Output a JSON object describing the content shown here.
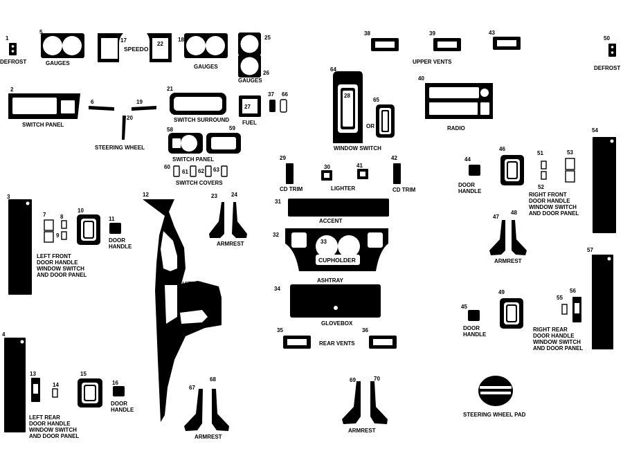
{
  "labels": {
    "defrost": "DEFROST",
    "gauges": "GAUGES",
    "speedo": "SPEEDO",
    "upper_vents": "UPPER VENTS",
    "switch_panel": "SWITCH PANEL",
    "steering_wheel": "STEERING WHEEL",
    "switch_surround": "SWITCH SURROUND",
    "fuel": "FUEL",
    "switch_covers": "SWITCH COVERS",
    "window_switch": "WINDOW SWITCH",
    "or": "OR",
    "radio": "RADIO",
    "cd_trim": "CD TRIM",
    "lighter": "LIGHTER",
    "door_handle": [
      "DOOR",
      "HANDLE"
    ],
    "right_front": [
      "RIGHT FRONT",
      "DOOR HANDLE",
      "WINDOW SWITCH",
      "AND DOOR PANEL"
    ],
    "left_front": [
      "LEFT FRONT",
      "DOOR HANDLE",
      "WINDOW SWITCH",
      "AND DOOR PANEL"
    ],
    "shifter": "SHIFTER",
    "armrest": "ARMREST",
    "accent": "ACCENT",
    "cupholder": "CUPHOLDER",
    "ashtray": "ASHTRAY",
    "glovebox": "GLOVEBOX",
    "rear_vents": "REAR VENTS",
    "right_rear": [
      "RIGHT REAR",
      "DOOR HANDLE",
      "WINDOW SWITCH",
      "AND DOOR PANEL"
    ],
    "left_rear": [
      "LEFT REAR",
      "DOOR HANDLE",
      "WINDOW SWITCH",
      "AND DOOR PANEL"
    ],
    "steering_wheel_pad": "STEERING WHEEL PAD"
  },
  "numbers": {
    "n1": "1",
    "n2": "2",
    "n3": "3",
    "n4": "4",
    "n5": "5",
    "n6": "6",
    "n7": "7",
    "n8": "8",
    "n9": "9",
    "n10": "10",
    "n11": "11",
    "n12": "12",
    "n13": "13",
    "n14": "14",
    "n15": "15",
    "n16": "16",
    "n17": "17",
    "n18": "18",
    "n19": "19",
    "n20": "20",
    "n21": "21",
    "n22": "22",
    "n23": "23",
    "n24": "24",
    "n25": "25",
    "n26": "26",
    "n27": "27",
    "n28": "28",
    "n29": "29",
    "n30": "30",
    "n31": "31",
    "n32": "32",
    "n33": "33",
    "n34": "34",
    "n35": "35",
    "n36": "36",
    "n37": "37",
    "n38": "38",
    "n39": "39",
    "n40": "40",
    "n41": "41",
    "n42": "42",
    "n43": "43",
    "n44": "44",
    "n45": "45",
    "n46": "46",
    "n47": "47",
    "n48": "48",
    "n49": "49",
    "n50": "50",
    "n51": "51",
    "n52": "52",
    "n53": "53",
    "n54": "54",
    "n55": "55",
    "n56": "56",
    "n57": "57",
    "n58": "58",
    "n59": "59",
    "n60": "60",
    "n61": "61",
    "n62": "62",
    "n63": "63",
    "n64": "64",
    "n65": "65",
    "n66": "66",
    "n67": "67",
    "n68": "68",
    "n69": "69",
    "n70": "70"
  },
  "colors": {
    "piece": "#000000",
    "background": "#ffffff"
  }
}
